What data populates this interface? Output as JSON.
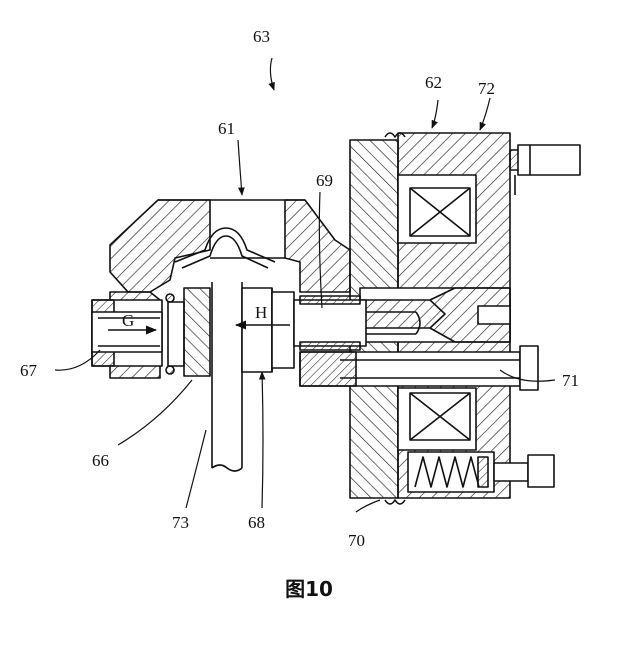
{
  "labels": {
    "l63": "63",
    "l62": "62",
    "l72": "72",
    "l61": "61",
    "l69": "69",
    "lG": "G",
    "lH": "H",
    "l67": "67",
    "l71": "71",
    "l66": "66",
    "l73": "73",
    "l68": "68",
    "l70": "70"
  },
  "caption": "图10"
}
